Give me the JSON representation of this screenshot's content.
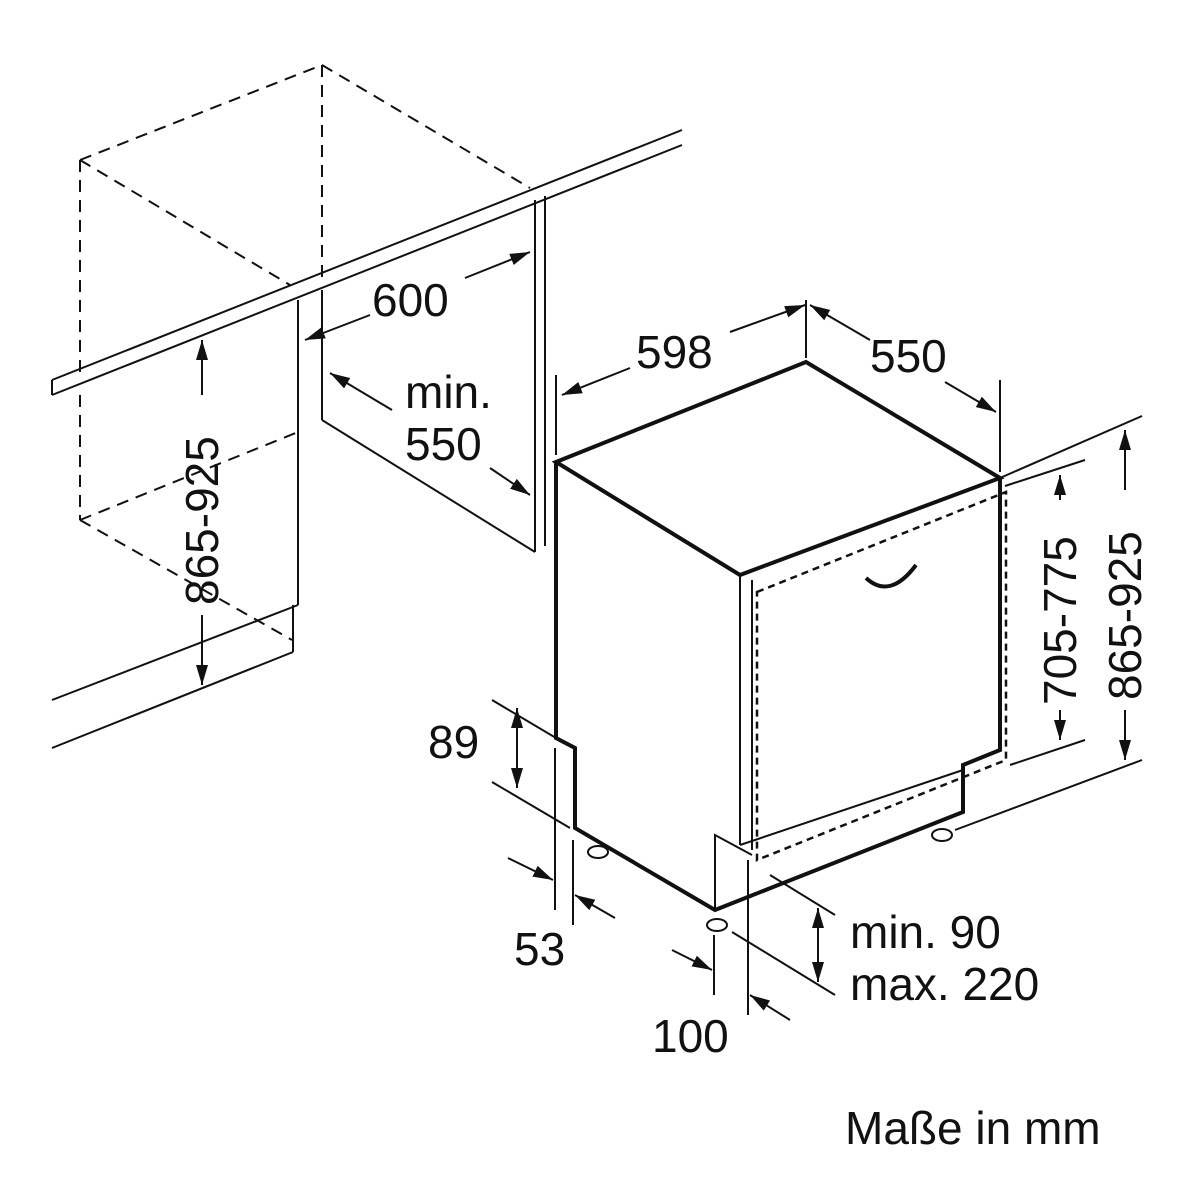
{
  "labels": {
    "niche_width": "600",
    "niche_depth_min": "min.",
    "niche_depth_value": "550",
    "appliance_width": "598",
    "appliance_depth": "550",
    "niche_height_left": "865-925",
    "door_height": "705-775",
    "niche_height_right": "865-925",
    "plinth_height": "89",
    "plinth_setback": "53",
    "plinth_min": "min. 90",
    "plinth_max": "max. 220",
    "door_offset": "100"
  },
  "footer": {
    "units_note": "Maße in mm"
  }
}
